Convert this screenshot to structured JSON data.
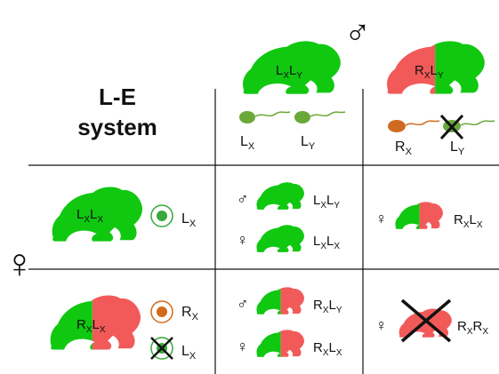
{
  "title": {
    "line1": "L-E",
    "line2": "system"
  },
  "symbols": {
    "male": "♂",
    "female": "♀"
  },
  "colors": {
    "green": "#10c810",
    "red": "#f25a5a",
    "egg_green": "#3aa83a",
    "egg_orange": "#d36a1c",
    "sperm_orange": "#d06a22",
    "sperm_green": "#6aa83a",
    "line": "#111111"
  },
  "header": {
    "male_LL": {
      "chrom_a": "L",
      "sub_a": "X",
      "chrom_b": "L",
      "sub_b": "Y"
    },
    "male_RL": {
      "chrom_a": "R",
      "sub_a": "X",
      "chrom_b": "L",
      "sub_b": "Y"
    },
    "sperm_col1": [
      {
        "chrom": "L",
        "sub": "X"
      },
      {
        "chrom": "L",
        "sub": "Y"
      }
    ],
    "sperm_col2": [
      {
        "chrom": "R",
        "sub": "X"
      },
      {
        "chrom": "L",
        "sub": "Y"
      }
    ]
  },
  "rows": {
    "female_LL": {
      "chrom_a": "L",
      "sub_a": "X",
      "chrom_b": "L",
      "sub_b": "X"
    },
    "egg_row1": {
      "chrom": "L",
      "sub": "X"
    },
    "female_RL": {
      "chrom_a": "R",
      "sub_a": "X",
      "chrom_b": "L",
      "sub_b": "X"
    },
    "egg_row2": [
      {
        "chrom": "R",
        "sub": "X"
      },
      {
        "chrom": "L",
        "sub": "X"
      }
    ]
  },
  "cells": {
    "r1c1_male": {
      "a": "L",
      "sa": "X",
      "b": "L",
      "sb": "Y"
    },
    "r1c1_female": {
      "a": "L",
      "sa": "X",
      "b": "L",
      "sb": "X"
    },
    "r1c2_female": {
      "a": "R",
      "sa": "X",
      "b": "L",
      "sb": "X"
    },
    "r2c1_male": {
      "a": "R",
      "sa": "X",
      "b": "L",
      "sb": "Y"
    },
    "r2c1_female": {
      "a": "R",
      "sa": "X",
      "b": "L",
      "sb": "X"
    },
    "r2c2_female": {
      "a": "R",
      "sa": "X",
      "b": "R",
      "sb": "X"
    }
  }
}
